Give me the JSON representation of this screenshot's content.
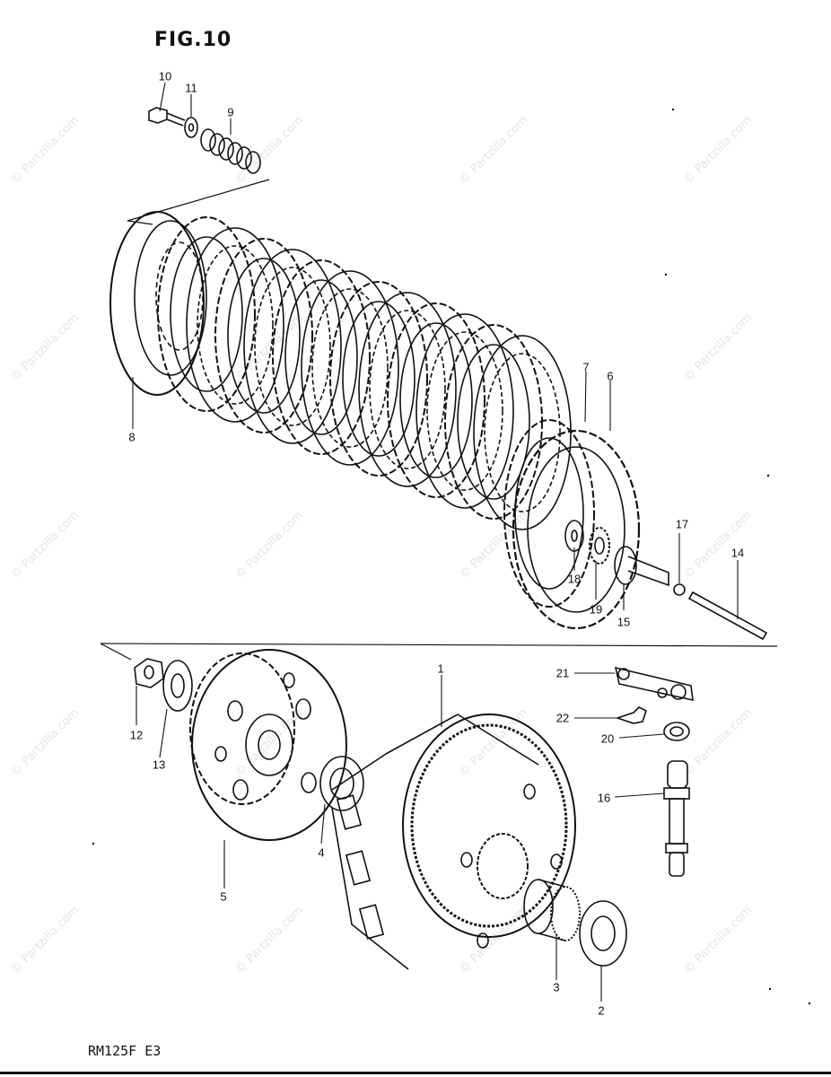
{
  "figure": {
    "title": "FIG.10",
    "model": "RM125F E3"
  },
  "watermark": "© Partzilla.com",
  "callouts": [
    "1",
    "2",
    "3",
    "4",
    "5",
    "6",
    "7",
    "8",
    "9",
    "10",
    "11",
    "12",
    "13",
    "14",
    "15",
    "16",
    "17",
    "18",
    "19",
    "20",
    "21",
    "22"
  ],
  "colors": {
    "ink": "#111111",
    "paper": "#ffffff",
    "watermark": "#e4e4e4"
  }
}
